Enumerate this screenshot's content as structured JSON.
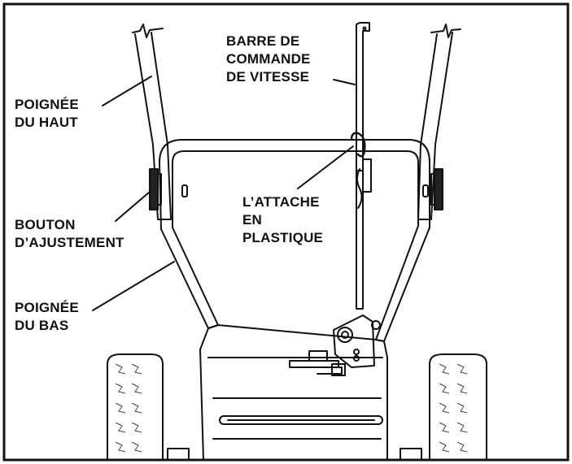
{
  "colors": {
    "ink": "#111111",
    "paper": "#ffffff",
    "tread": "#444444"
  },
  "labels": {
    "upper_handle": [
      "POIGNÉE",
      "DU HAUT"
    ],
    "speed_bar": [
      "BARRE DE",
      "COMMANDE",
      "DE VITESSE"
    ],
    "adjust_knob": [
      "BOUTON",
      "D’AJUSTEMENT"
    ],
    "plastic_tie": [
      "L’ATTACHE",
      "EN",
      "PLASTIQUE"
    ],
    "lower_handle": [
      "POIGNÉE",
      "DU BAS"
    ]
  }
}
